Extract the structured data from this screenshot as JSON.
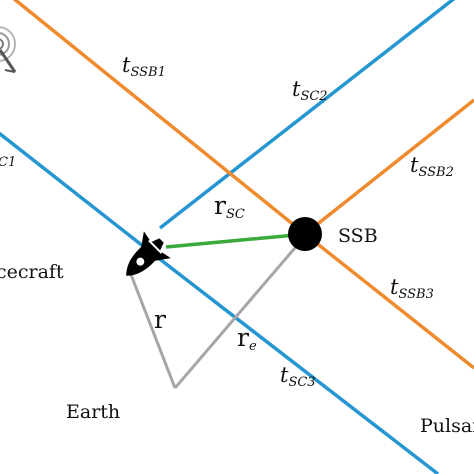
{
  "colors": {
    "pulsar_wavefront": "#2596d1",
    "ssb_wavefront": "#ef8a2e",
    "spacecraft_ssb_vector": "#3aa83a",
    "earth_vectors": "#a6a6a6",
    "bodies": "#000000"
  },
  "labels": {
    "t_ssb1": {
      "base": "t",
      "sub": "SSB1"
    },
    "t_sc2": {
      "base": "t",
      "sub": "SC2"
    },
    "t_ssb2": {
      "base": "t",
      "sub": "SSB2"
    },
    "t_sc1": {
      "base": "",
      "sub": "C1"
    },
    "r_sc": {
      "base": "r",
      "sub": "SC"
    },
    "ssb": "SSB",
    "t_ssb3": {
      "base": "t",
      "sub": "SSB3"
    },
    "spacecraft": "cecraft",
    "r": "r",
    "r_e": {
      "base": "r",
      "sub": "e"
    },
    "t_sc3": {
      "base": "t",
      "sub": "SC3"
    },
    "earth": "Earth",
    "pulsar": "Pulsar"
  },
  "icons": {
    "spacecraft": "rocket-icon",
    "ssb": "ssb-dot-icon",
    "pulsar": "pulsar-antenna-icon"
  }
}
